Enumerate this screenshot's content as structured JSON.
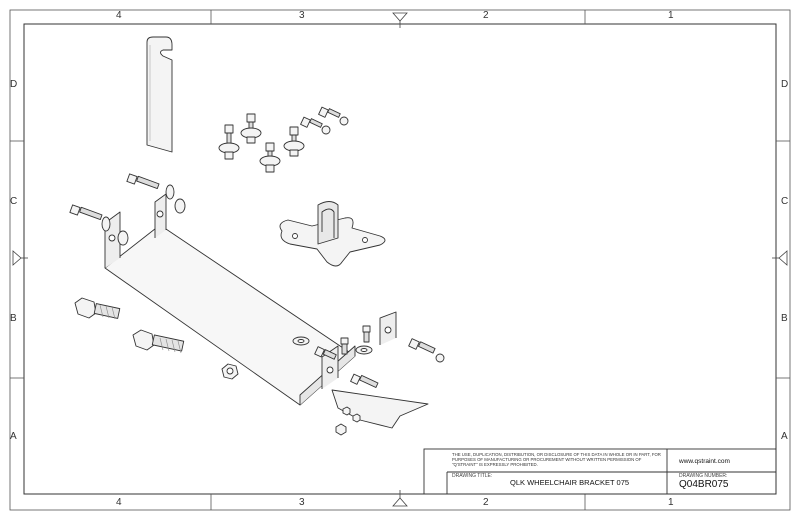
{
  "border": {
    "columns": [
      "4",
      "3",
      "2",
      "1"
    ],
    "rows": [
      "D",
      "C",
      "B",
      "A"
    ]
  },
  "title_block": {
    "notice": "THE USE, DUPLICATION, DISTRIBUTION, OR DISCLOSURE OF THIS DATA IN WHOLE OR IN PART, FOR PURPOSES OF MANUFACTURING OR PROCUREMENT WITHOUT WRITTEN PERMISSION OF \"Q'STRAINT\" IS EXPRESSLY PROHIBITED.",
    "website": "www.qstraint.com",
    "drawing_title_label": "DRAWING TITLE:",
    "drawing_title": "QLK WHEELCHAIR BRACKET 075",
    "drawing_number_label": "DRAWING NUMBER:",
    "drawing_number": "Q04BR075"
  },
  "colors": {
    "line": "#333333",
    "part_fill": "#f2f2f2",
    "shade": "#d8d8d8"
  }
}
